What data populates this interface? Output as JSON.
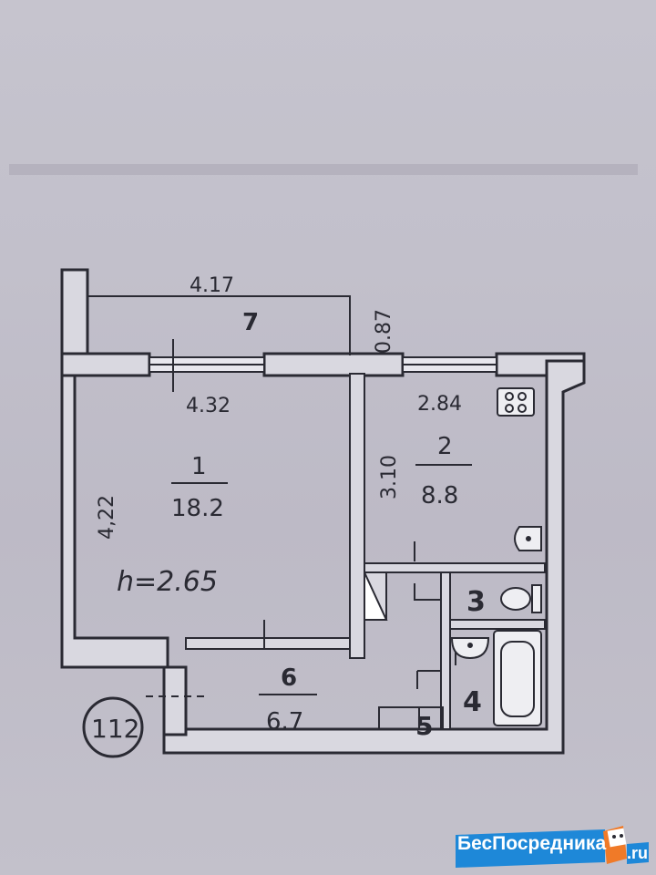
{
  "plan": {
    "dimensions": {
      "balcony_length": "4.17",
      "balcony_depth": "0.87",
      "room1_width": "4.32",
      "room1_length": "4,22",
      "kitchen_width": "2.84",
      "kitchen_length": "3.10",
      "ceiling_height": "h=2.65"
    },
    "rooms": [
      {
        "number": "1",
        "area": "18.2"
      },
      {
        "number": "2",
        "area": "8.8"
      },
      {
        "number": "3",
        "area": ""
      },
      {
        "number": "4",
        "area": ""
      },
      {
        "number": "5",
        "area": ""
      },
      {
        "number": "6",
        "area": "6.7"
      },
      {
        "number": "7",
        "area": ""
      }
    ],
    "apartment_number": "112"
  },
  "watermark": {
    "site": "БесПосредника",
    "domain": ".ru"
  },
  "colors": {
    "paper": "#c3c1cb",
    "ink": "#2a2a33",
    "wall_fill": "#d9d8e0",
    "watermark_bg": "#1e88d8",
    "mascot": "#f07a28"
  }
}
